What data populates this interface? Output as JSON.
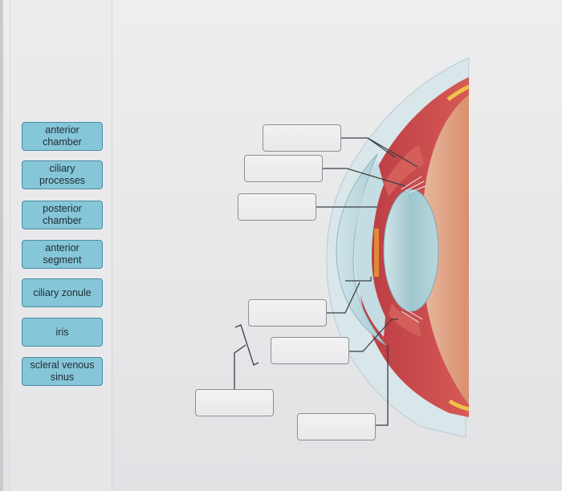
{
  "labels": [
    {
      "text": "anterior\nchamber"
    },
    {
      "text": "ciliary\nprocesses"
    },
    {
      "text": "posterior\nchamber"
    },
    {
      "text": "anterior\nsegment"
    },
    {
      "text": "ciliary zonule"
    },
    {
      "text": "iris"
    },
    {
      "text": "scleral venous\nsinus"
    }
  ],
  "colors": {
    "tile_fill": "#85c6d8",
    "tile_border": "#4a8ea4",
    "sclera_red": "#c6454a",
    "lens": "#a9cfd6",
    "cornea": "#bcd9de"
  }
}
